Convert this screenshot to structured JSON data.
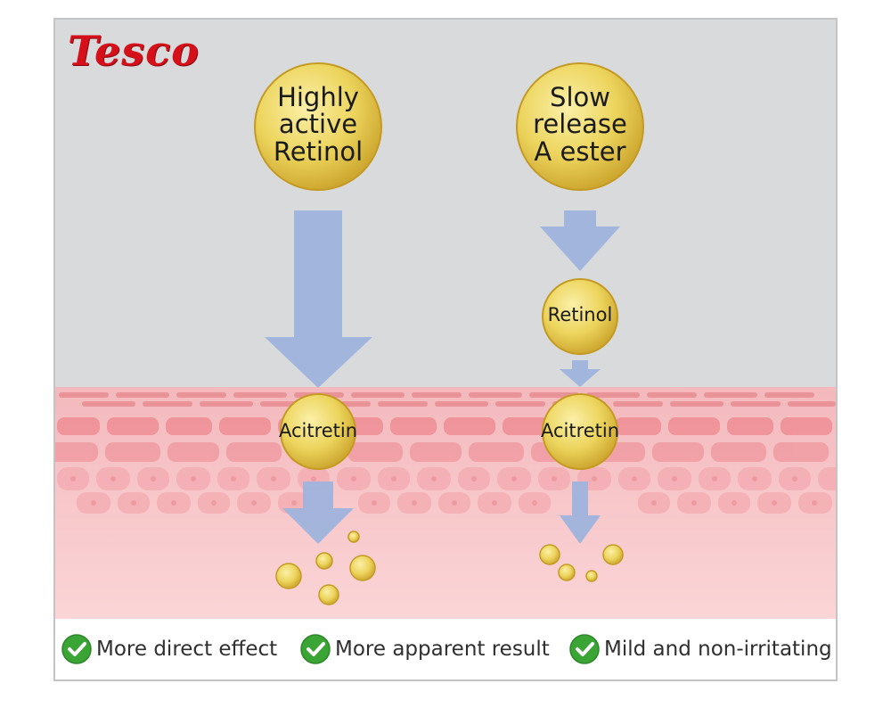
{
  "brand": {
    "name": "Tesco",
    "color": "#d6101a"
  },
  "nodes": {
    "highly_active_retinol": "Highly\nactive\nRetinol",
    "slow_release_ester": "Slow\nrelease\nA ester",
    "retinol": "Retinol",
    "acitretin_left": "Acitretin",
    "acitretin_right": "Acitretin"
  },
  "benefits": [
    {
      "label": "More direct effect",
      "icon": "check-circle-icon"
    },
    {
      "label": "More apparent result",
      "icon": "check-circle-icon"
    },
    {
      "label": "Mild and non-irritating",
      "icon": "check-circle-icon"
    }
  ],
  "colors": {
    "background_gray": "#d9dadc",
    "skin_pink": "#f6c1c5",
    "arrow_blue": "#9fb3dc",
    "capsule_gold": "#e7cf52",
    "check_green": "#3aa535"
  }
}
